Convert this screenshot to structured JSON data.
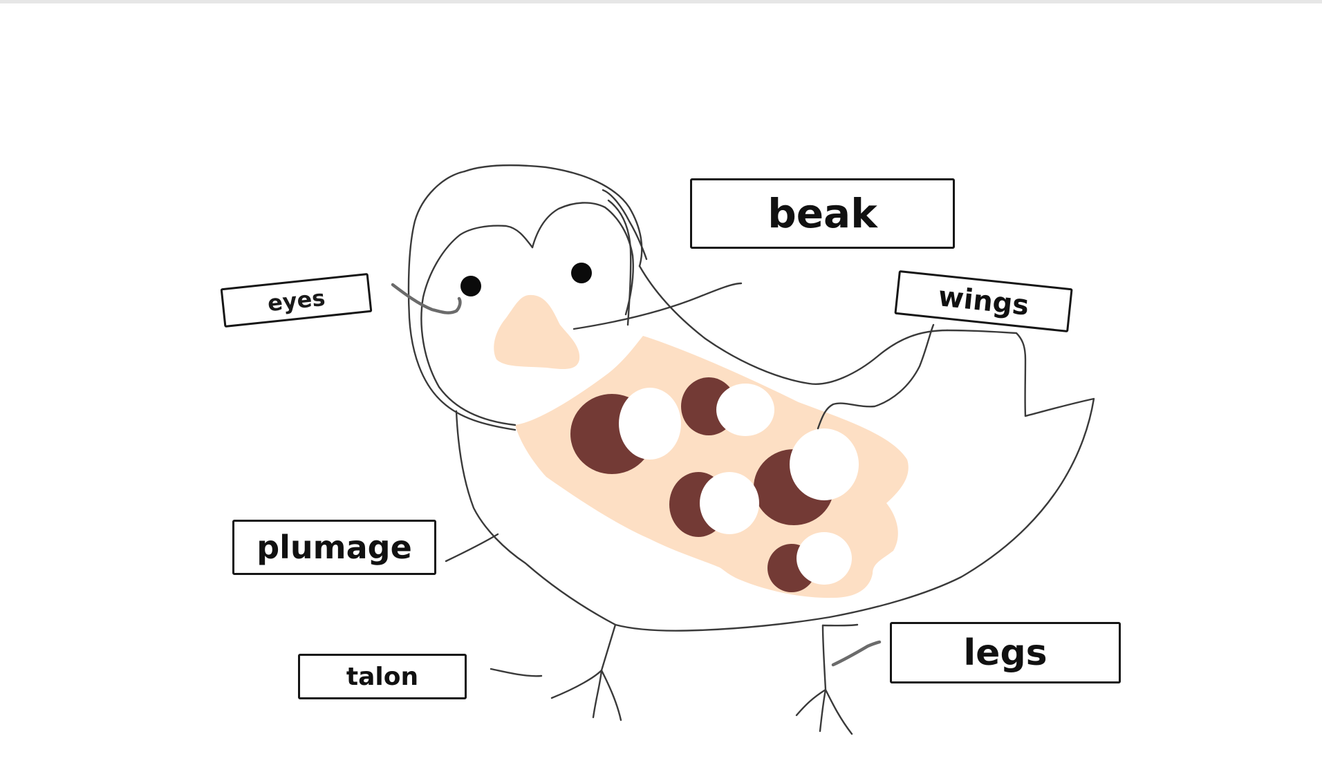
{
  "diagram": {
    "labels": {
      "beak": "beak",
      "eyes": "eyes",
      "wings": "wings",
      "plumage": "plumage",
      "talon": "talon",
      "legs": "legs"
    },
    "colors": {
      "outline": "#3a3a3a",
      "breast": "#fddfc4",
      "spot_dark": "#733a35",
      "spot_light": "#ffffff",
      "eye": "#0b0b0b",
      "connector": "#6b6b6b",
      "label_border": "#151515"
    }
  }
}
